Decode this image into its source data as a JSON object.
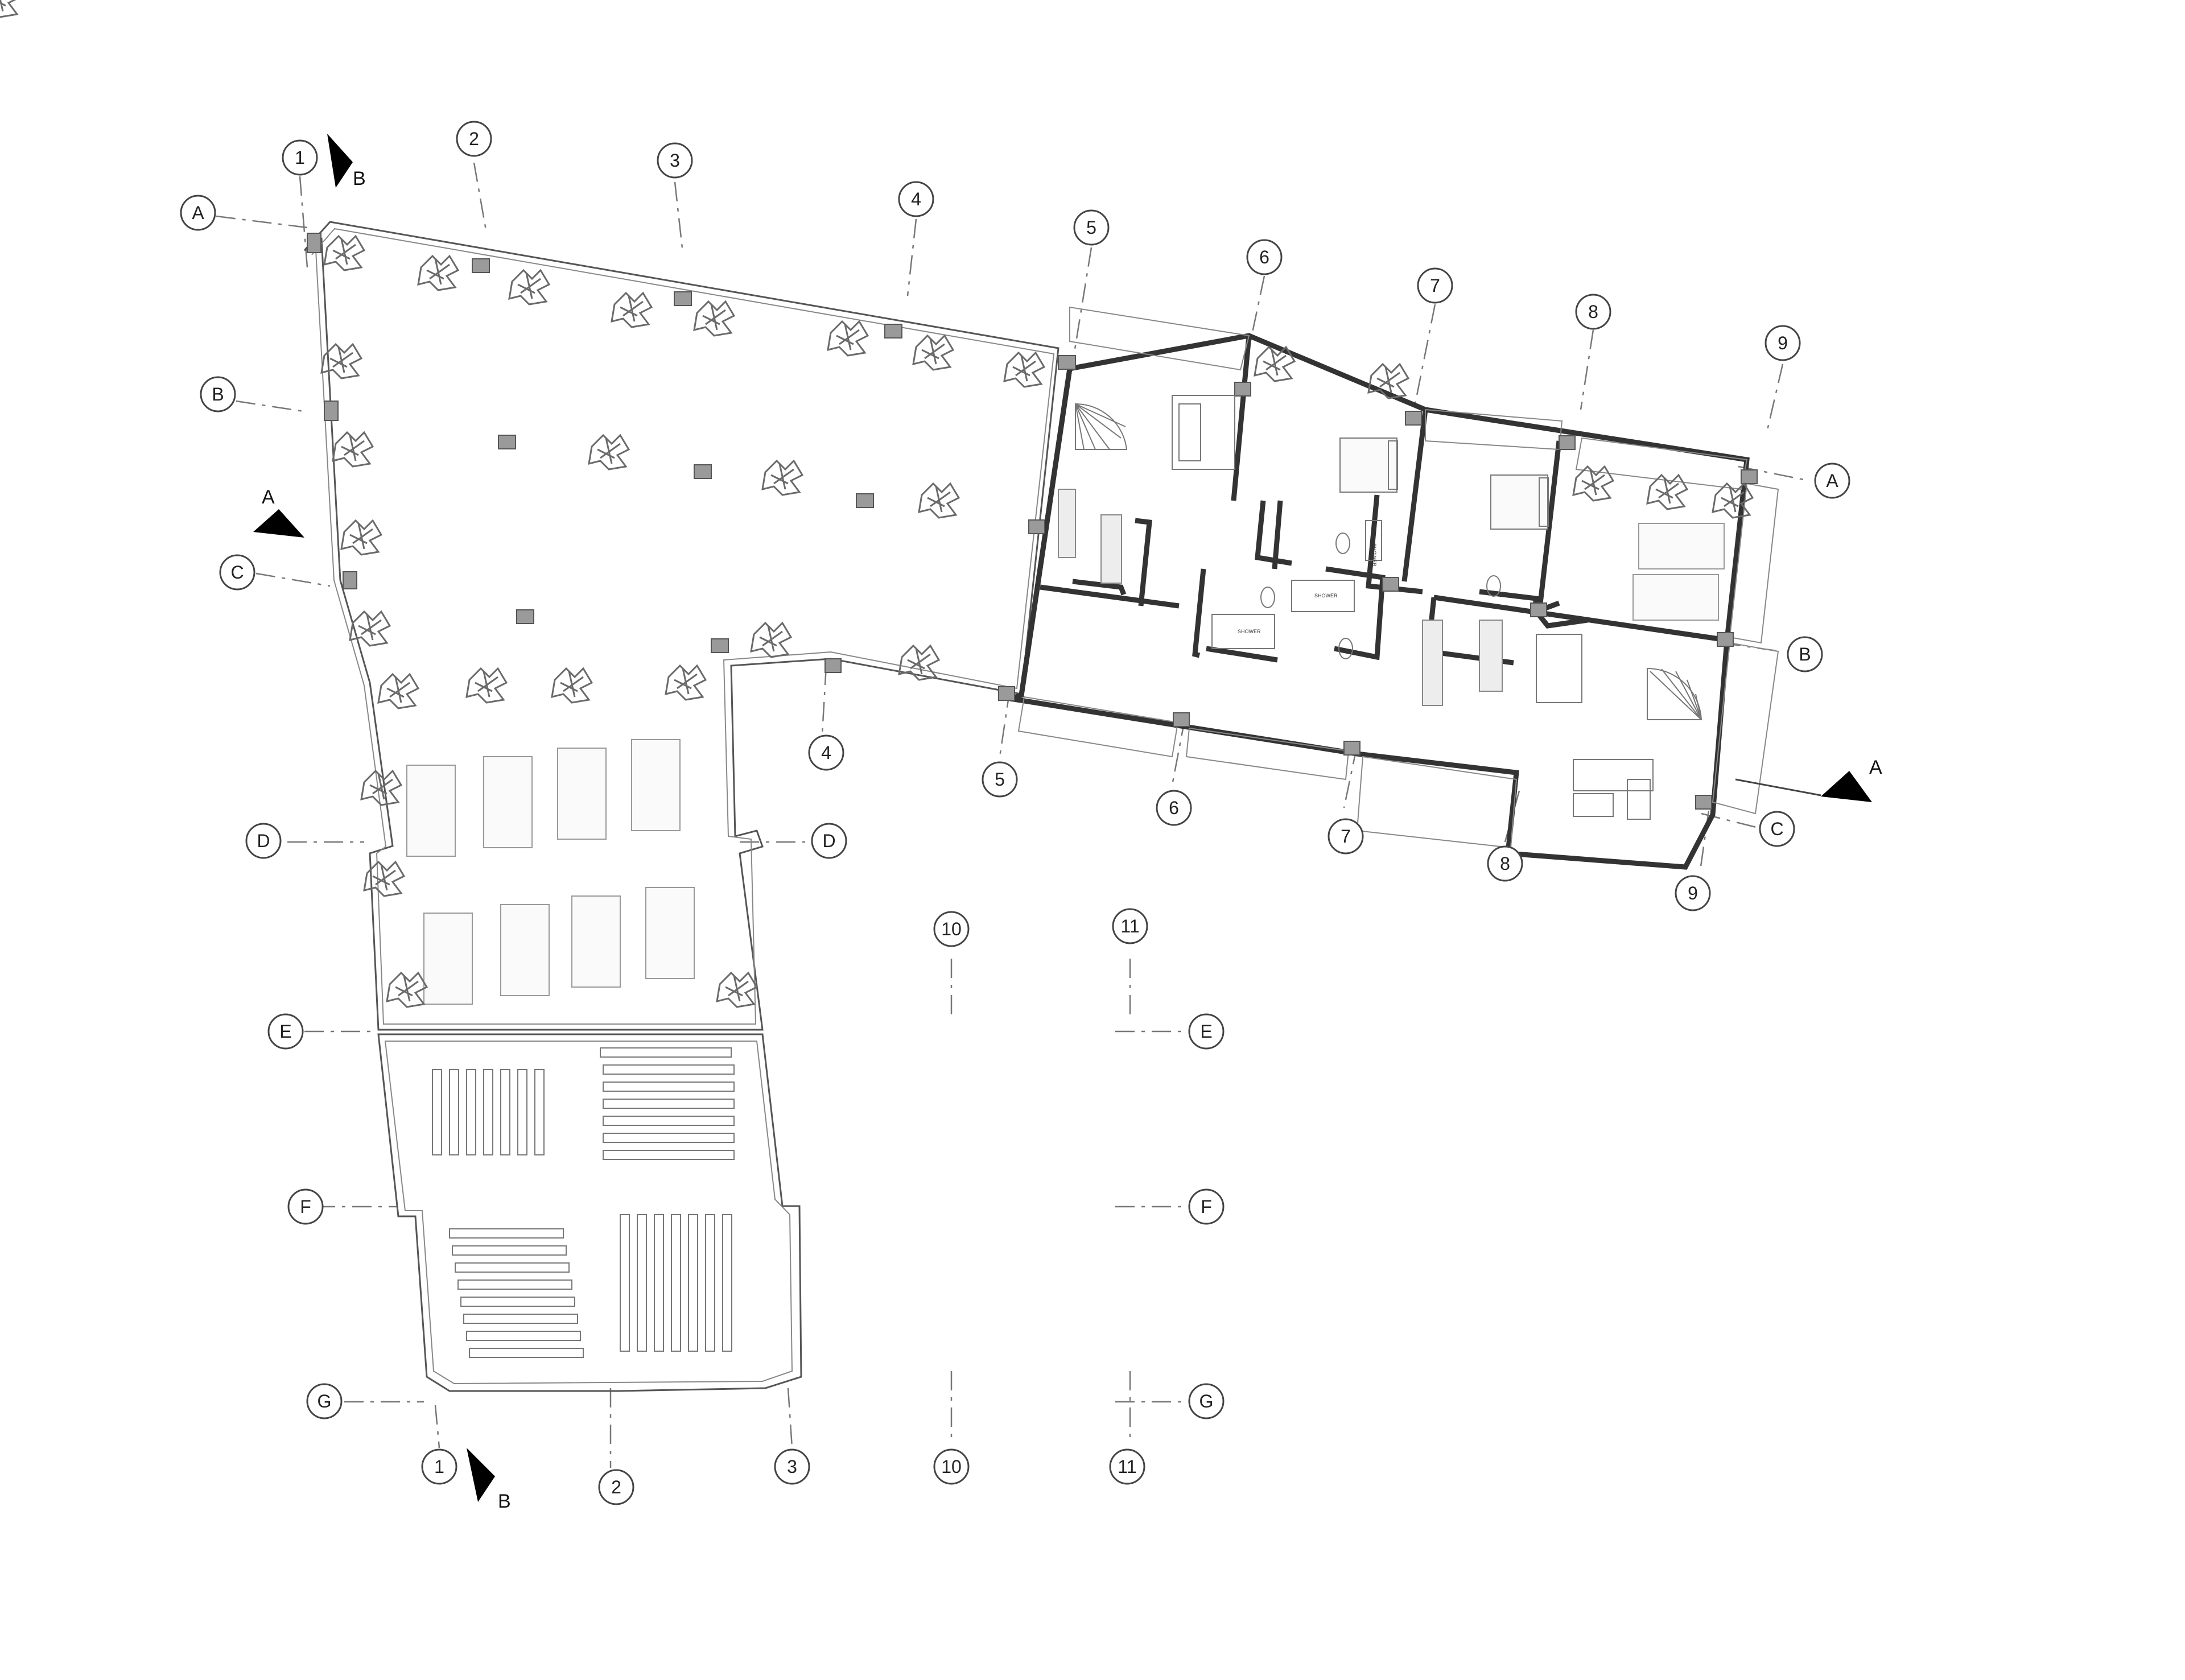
{
  "grid": {
    "numbers": [
      "1",
      "2",
      "3",
      "4",
      "5",
      "6",
      "7",
      "8",
      "9",
      "10",
      "11"
    ],
    "letters": [
      "A",
      "B",
      "C",
      "D",
      "E",
      "F",
      "G"
    ]
  },
  "sections": {
    "a": "A",
    "b": "B"
  },
  "room_labels": {
    "shower_1": "SHOWER",
    "shower_2": "SHOWER",
    "shower_3": "SHOWER"
  }
}
